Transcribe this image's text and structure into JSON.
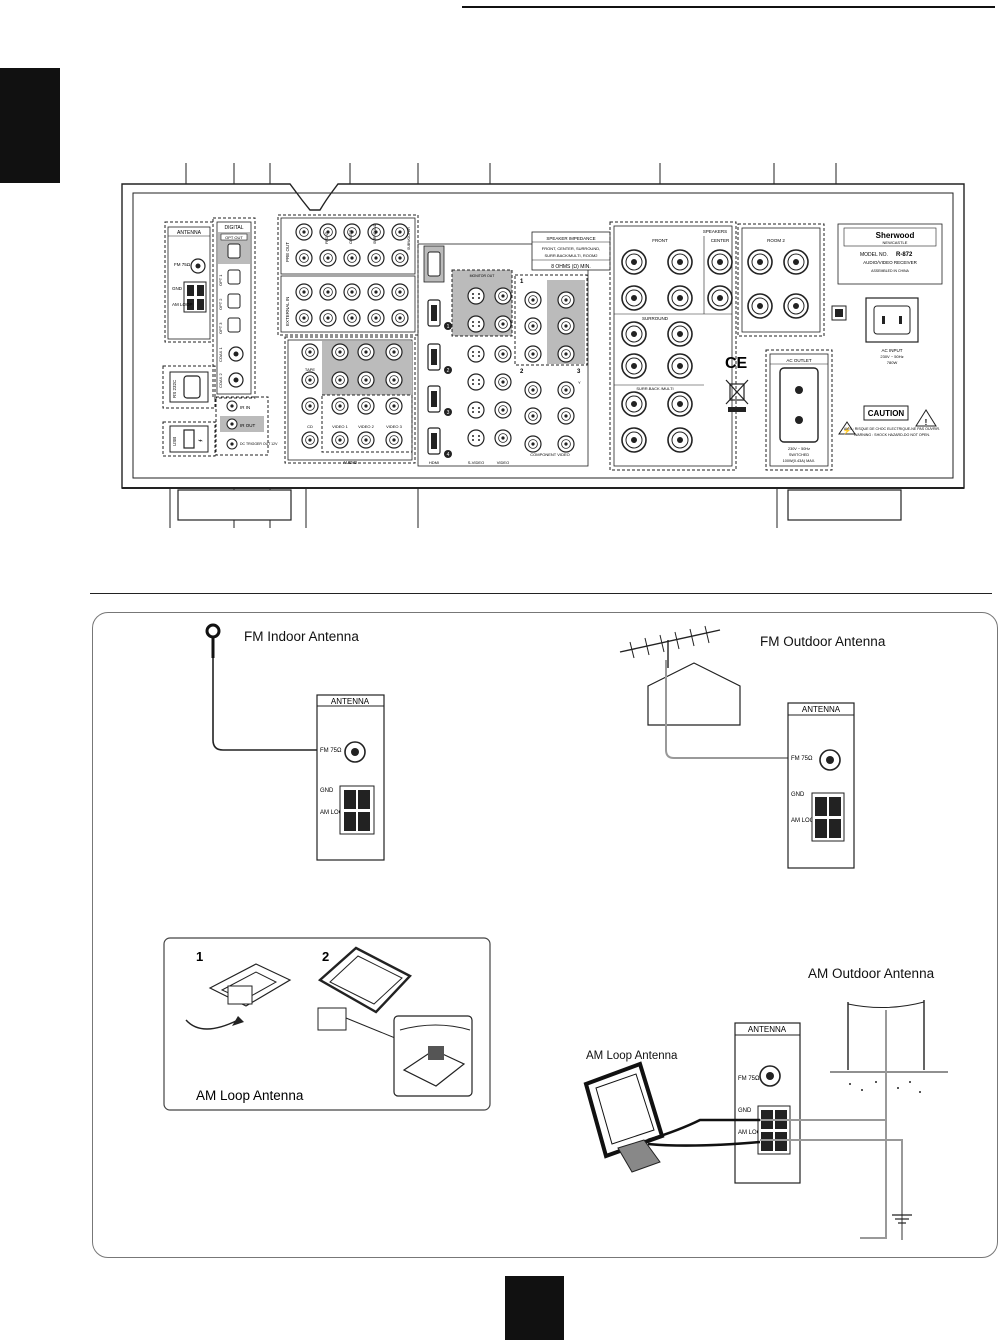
{
  "rear_panel": {
    "antenna_label": "ANTENNA",
    "fm_label": "FM 75Ω",
    "gnd_label": "GND",
    "am_loop_label": "AM LOOP",
    "digital_label": "DIGITAL",
    "opt_out_label": "OPT OUT",
    "opt_labels": [
      "OPT 1",
      "OPT 2",
      "OPT 3"
    ],
    "coax_labels": [
      "COAX 1",
      "COAX 2"
    ],
    "rs232c_label": "RS 232C",
    "usb_label": "USB",
    "ir_in_label": "IR IN",
    "ir_out_label": "IR OUT",
    "dc_trigger_label": "DC TRIGGER OUT 12V",
    "pre_out_label": "PRE OUT",
    "external_in_label": "EXTERNAL IN",
    "front_label": "FRONT",
    "center_label": "CENTER",
    "surround_label": "SURROUND",
    "surr_back_label": "SURR.BACK /MULTI",
    "subwoofer_label": "SUBWOOFER",
    "tape_label": "TAPE",
    "cd_label": "CD",
    "video_labels": [
      "VIDEO 1",
      "VIDEO 2",
      "VIDEO 3"
    ],
    "audio_label": "AUDIO",
    "hdmi_label": "HDMI",
    "hdmi_out_label": "HDMI OUT",
    "svideo_label": "S-VIDEO",
    "video_label": "VIDEO",
    "monitor_out_label": "MONITOR OUT",
    "component_video_label": "COMPONENT VIDEO",
    "speakers_label": "SPEAKERS",
    "room2_label": "ROOM 2",
    "speaker_impedance_label": "SPEAKER IMPEDANCE",
    "speaker_impedance_lines": [
      "FRONT, CENTER, SURROUND,",
      "SURR.BACK/MULTI, ROOM2"
    ],
    "speaker_impedance_value": "8 OHMS (Ω) MIN.",
    "brand_name": "Sherwood",
    "brand_sub": "NEWCASTLE",
    "model_label": "MODEL NO.",
    "model_number": "R-872",
    "model_desc": "AUDIO/VIDEO RECEIVER",
    "assembly_note": "ASSEMBLED IN CHINA",
    "ac_input_label": "AC INPUT",
    "ac_input_spec": "230V ~ 50Hz",
    "ac_input_watts": "780W",
    "ac_outlet_label": "AC OUTLET",
    "ac_outlet_spec": "230V ~ 50Hz",
    "ac_outlet_switched": "SWITCHED",
    "ac_outlet_max": "100W(0.43A) MAX.",
    "caution_label": "CAUTION",
    "avis_text": "AVIS : RISQUE DE CHOC ELECTRIQUE-NE PAS OUVRIR.",
    "warning_text": "WARNING : SHOCK HAZARD-DO NOT OPEN.",
    "ce_mark": "CE",
    "hdmi_numbers": [
      "1",
      "2",
      "3",
      "4"
    ],
    "component_numbers": [
      "1",
      "2",
      "3"
    ],
    "component_y_label": "Y",
    "r_label": "R",
    "l_label": "L"
  },
  "antenna_section": {
    "fm_indoor_label": "FM Indoor Antenna",
    "fm_outdoor_label": "FM Outdoor Antenna",
    "am_loop_label": "AM Loop Antenna",
    "am_outdoor_label": "AM Outdoor Antenna",
    "step_labels": [
      "1",
      "2"
    ],
    "antenna_box_title": "ANTENNA",
    "fm_box_label": "FM 75Ω",
    "gnd_box_label": "GND",
    "am_box_label": "AM LOOP"
  }
}
